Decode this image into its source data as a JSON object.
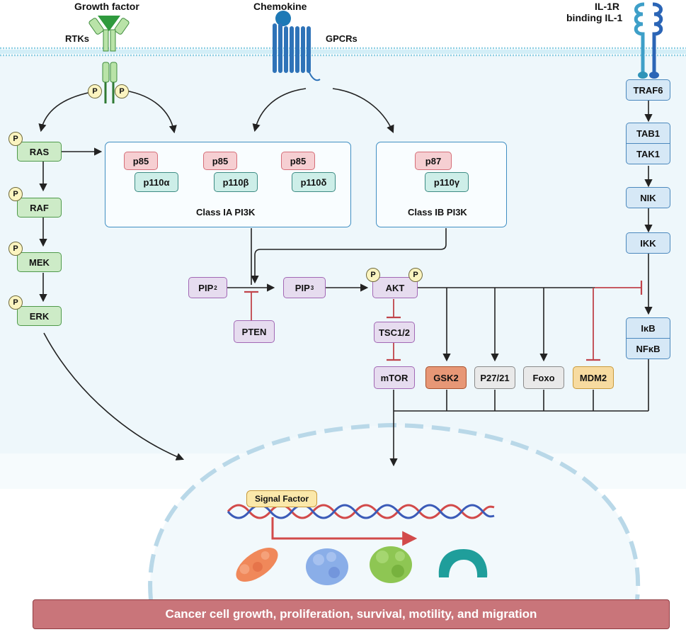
{
  "receptors": {
    "growth_factor": "Growth factor",
    "rtks": "RTKs",
    "chemokine": "Chemokine",
    "gpcrs": "GPCRs",
    "il1r": "IL-1R",
    "binding_il1": "binding IL-1"
  },
  "phospho": "P",
  "mapk": {
    "ras": "RAS",
    "raf": "RAF",
    "mek": "MEK",
    "erk": "ERK"
  },
  "class_ia": {
    "label": "Class IA PI3K",
    "reg": [
      "p85",
      "p85",
      "p85"
    ],
    "cat": [
      "p110α",
      "p110β",
      "p110δ"
    ]
  },
  "class_ib": {
    "label": "Class IB PI3K",
    "reg": "p87",
    "cat": "p110γ"
  },
  "lipids": {
    "pip2": "PIP",
    "pip2_sub": "2",
    "pip3": "PIP",
    "pip3_sub": "3",
    "pten": "PTEN"
  },
  "akt_pathway": {
    "akt": "AKT",
    "tsc": "TSC1/2",
    "mtor": "mTOR",
    "gsk": "GSK2",
    "p27": "P27/21",
    "foxo": "Foxo",
    "mdm2": "MDM2"
  },
  "il1_pathway": {
    "traf6": "TRAF6",
    "tab1": "TAB1",
    "tak1": "TAK1",
    "nik": "NIK",
    "ikk": "IKK",
    "ikb": "IκB",
    "nfkb": "NFκB"
  },
  "nucleus": {
    "signal_factor": "Signal Factor"
  },
  "outcome": "Cancer cell growth, proliferation, survival, motility, and migration",
  "colors": {
    "cytoplasm": "#eef7fb",
    "membrane": "#9fd8ea",
    "activation_arrow": "#222222",
    "inhibition": "#c0444b",
    "gsk_fill": "#e79776",
    "mdm2_fill": "#f7dba0"
  }
}
